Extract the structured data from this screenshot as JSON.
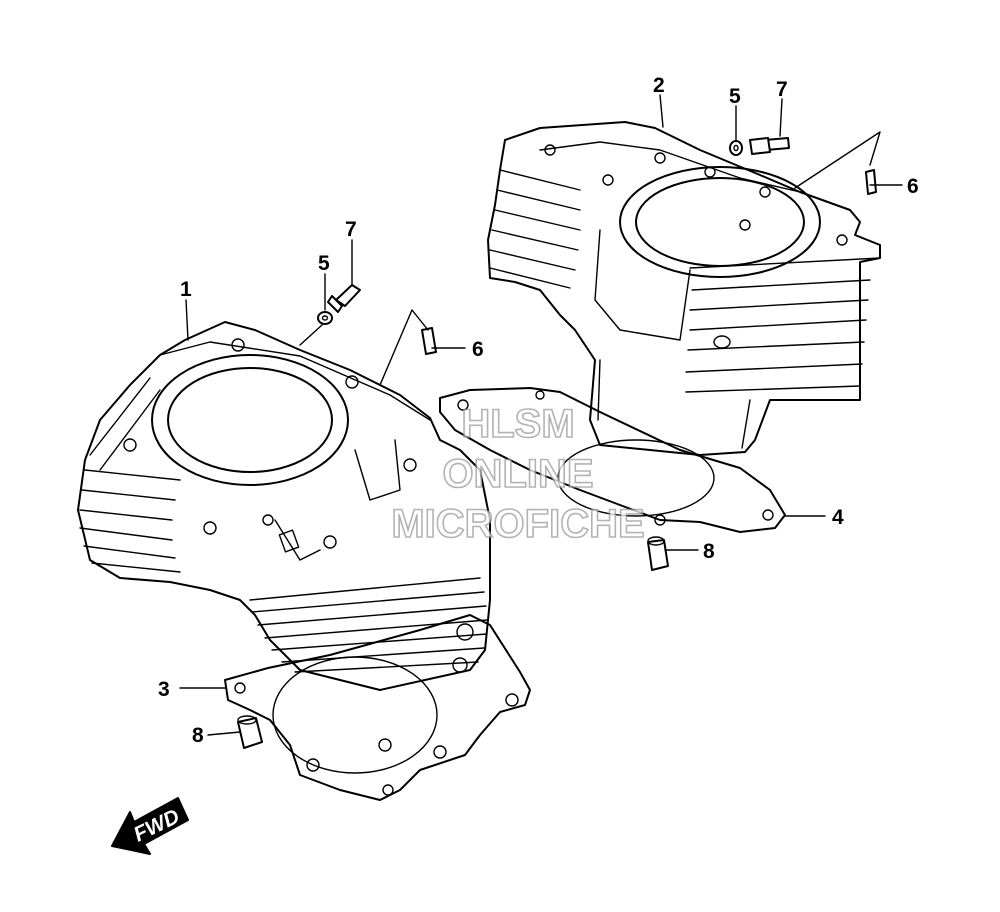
{
  "callouts": {
    "c1": "1",
    "c2": "2",
    "c3": "3",
    "c4": "4",
    "c5_front": "5",
    "c5_rear": "5",
    "c6_front": "6",
    "c6_rear": "6",
    "c7_front": "7",
    "c7_rear": "7",
    "c8_front": "8",
    "c8_rear": "8"
  },
  "watermark": {
    "line1": "HLSM",
    "line2": "ONLINE",
    "line3": "MICROFICHE"
  },
  "direction_badge": {
    "label": "FWD"
  }
}
